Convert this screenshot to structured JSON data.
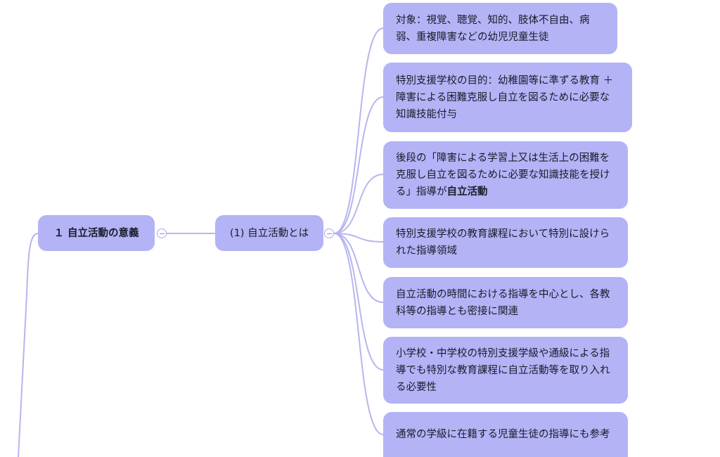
{
  "colors": {
    "node_fill": "#b3b3f6",
    "connector": "#b6b6ee",
    "text": "#1b1b2a"
  },
  "mindmap": {
    "level1": {
      "label": "１ 自立活動の意義",
      "collapse_icon": "minus-circle-icon"
    },
    "level2": {
      "label": "(1) 自立活動とは",
      "collapse_icon": "minus-circle-icon"
    },
    "children": [
      {
        "text": "対象：視覚、聴覚、知的、肢体不自由、病弱、重複障害などの幼児児童生徒"
      },
      {
        "text": "特別支援学校の目的：幼稚園等に準ずる教育 ＋ 障害による困難克服し自立を図るために必要な知識技能付与"
      },
      {
        "text": "後段の「障害による学習上又は生活上の困難を克服し自立を図るために必要な知識技能を授ける」指導が",
        "bold": "自立活動"
      },
      {
        "text": "特別支援学校の教育課程において特別に設けられた指導領域"
      },
      {
        "text": "自立活動の時間における指導を中心とし、各教科等の指導とも密接に関連"
      },
      {
        "text": "小学校・中学校の特別支援学級や通級による指導でも特別な教育課程に自立活動等を取り入れる必要性"
      },
      {
        "text": "通常の学級に在籍する児童生徒の指導にも参考"
      }
    ]
  }
}
